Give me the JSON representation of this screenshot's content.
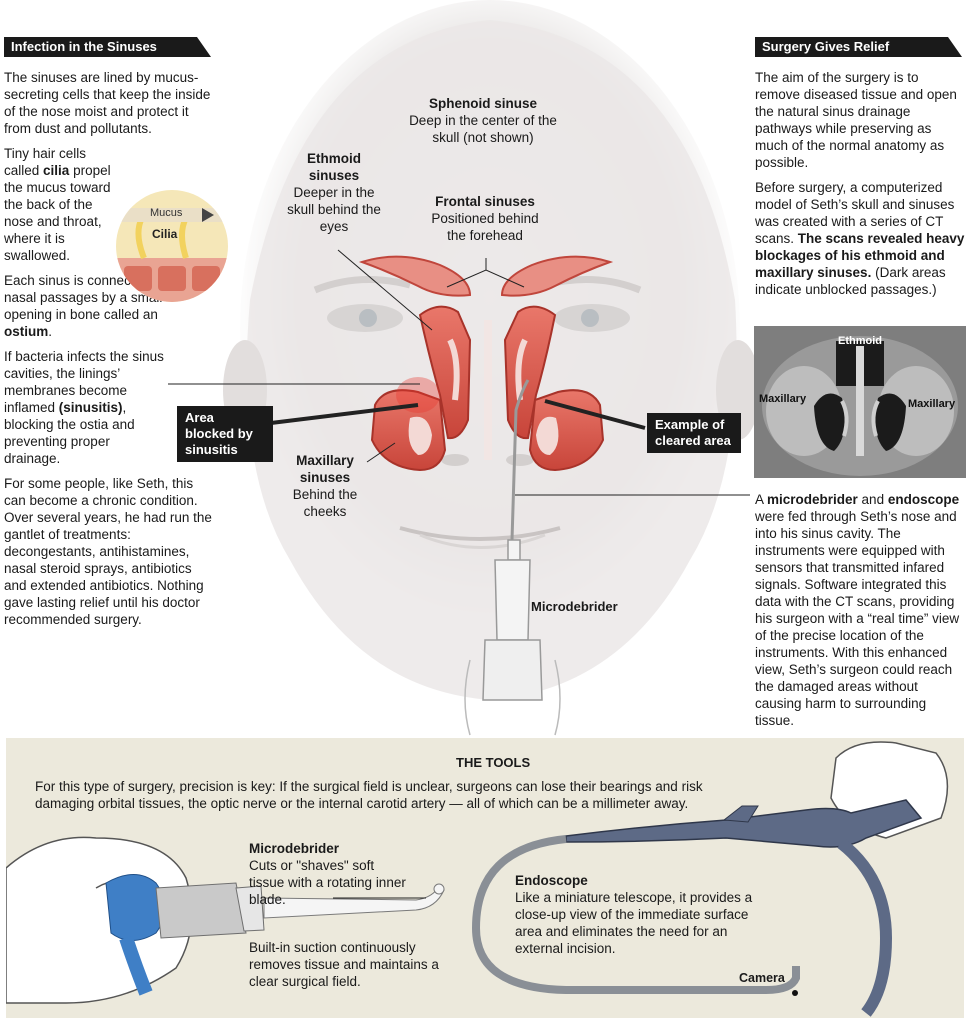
{
  "left": {
    "header": "Infection in the Sinuses",
    "p1": "The sinuses are lined by mucus-secreting cells that keep the inside of the nose moist and protect it from dust and pollutants.",
    "p2_pre": "Tiny hair cells called ",
    "p2_bold": "cilia",
    "p2_post": " propel the mucus toward the back of the nose and throat, where it is swallowed.",
    "inset_mucus": "Mucus",
    "inset_cilia": "Cilia",
    "p3_pre": "Each sinus is connected to the nasal passages by a small opening in bone called an ",
    "p3_bold": "ostium",
    "p3_post": ".",
    "p4_pre": "If bacteria infects the sinus cavities, the linings’ membranes become inflamed ",
    "p4_bold": "(sinusitis)",
    "p4_post": ", blocking the ostia and preventing proper drainage.",
    "p5": "For some people, like Seth, this can become a chronic condition. Over several years, he had run the gantlet of treatments: decongestants, antihistamines, nasal steroid sprays, antibiotics and extended antibiotics. Nothing gave lasting relief until his doctor recommended surgery."
  },
  "center": {
    "sphenoid_title": "Sphenoid sinuse",
    "sphenoid_desc": "Deep in the center of the skull (not shown)",
    "ethmoid_title": "Ethmoid sinuses",
    "ethmoid_desc": "Deeper in the skull behind the eyes",
    "frontal_title": "Frontal sinuses",
    "frontal_desc": "Positioned behind the forehead",
    "maxillary_title": "Maxillary sinuses",
    "maxillary_desc": "Behind the cheeks",
    "blocked_label": "Area blocked by sinusitis",
    "cleared_label": "Example of cleared area",
    "microdebrider_label": "Microdebrider"
  },
  "right": {
    "header": "Surgery Gives Relief",
    "p1": "The aim of the surgery is to remove diseased tissue and open the natural sinus drainage pathways while preserving as much of the normal anatomy as possible.",
    "p2_pre": "Before surgery, a computerized model of Seth’s skull and sinuses was created with a series of CT scans. ",
    "p2_bold": "The scans revealed heavy blockages of his ethmoid and maxillary sinuses.",
    "p2_post": " (Dark areas indicate unblocked passages.)",
    "ct_ethmoid": "Ethmoid",
    "ct_maxillary_left": "Maxillary",
    "ct_maxillary_right": "Maxillary",
    "p3_a": "A ",
    "p3_b": "microdebrider",
    "p3_c": " and ",
    "p3_d": "endoscope",
    "p3_e": " were fed through Seth’s nose and into his sinus cavity. The instruments were equipped with sensors that transmitted infared signals. Software integrated this data with the CT scans, providing his surgeon with a “real time” view of the precise location of the instruments. With this enhanced view, Seth’s surgeon could reach the damaged areas without causing harm to surrounding tissue."
  },
  "tools": {
    "title": "THE TOOLS",
    "intro": "For this type of surgery, precision is key: If the surgical field is unclear, surgeons can lose their bearings and risk damaging orbital tissues, the optic nerve or the internal carotid artery — all of which can be a millimeter away.",
    "micro_title": "Microdebrider",
    "micro_desc": "Cuts or \"shaves\" soft tissue with a rotating inner blade.",
    "micro_suction": "Built-in suction continuously removes tissue and maintains a clear surgical field.",
    "endo_title": "Endoscope",
    "endo_desc": "Like a miniature telescope, it provides a close-up view of the immediate surface area and eliminates the need for an external incision.",
    "camera_label": "Camera"
  }
}
